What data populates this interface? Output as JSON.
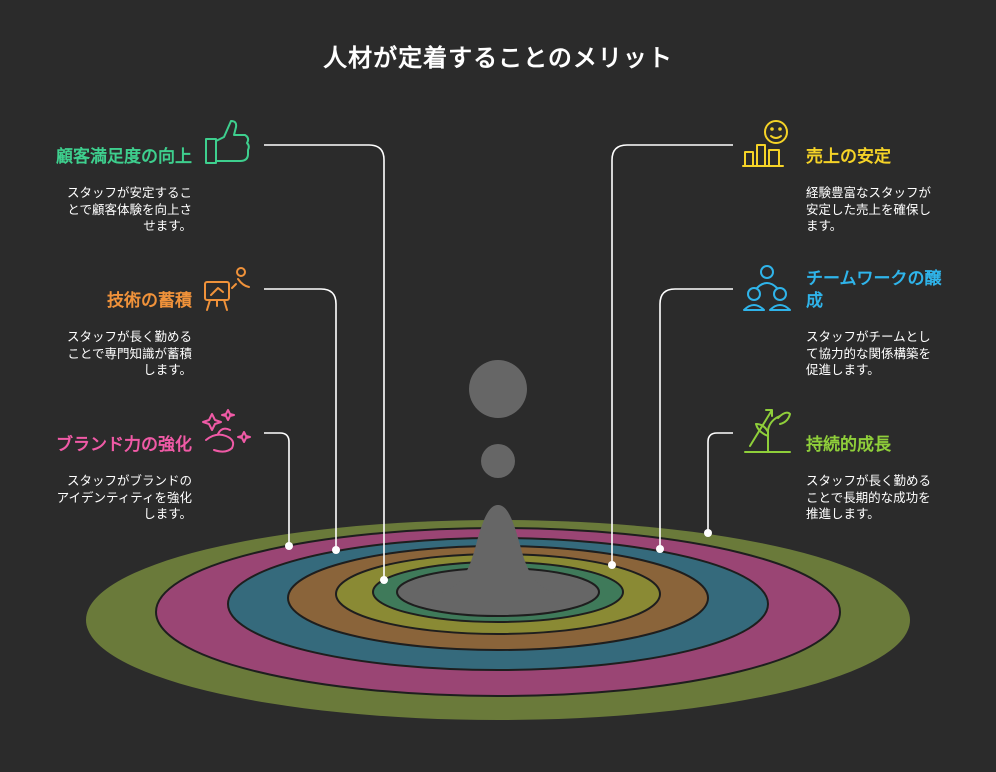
{
  "title": "人材が定着することのメリット",
  "colors": {
    "background": "#2b2b2b",
    "green": "#3ecf8e",
    "orange": "#f0923a",
    "pink": "#f05aa6",
    "yellow": "#f5d327",
    "blue": "#2fb4ea",
    "lime": "#8fcf3a"
  },
  "items": [
    {
      "heading": "顧客満足度の向上",
      "description": "スタッフが安定するこ\nとで顧客体験を向上さ\nせます。",
      "icon": "thumbs-up-icon",
      "color": "#3ecf8e"
    },
    {
      "heading": "技術の蓄積",
      "description": "スタッフが長く勤める\nことで専門知識が蓄積\nします。",
      "icon": "easel-presentation-icon",
      "color": "#f0923a"
    },
    {
      "heading": "ブランド力の強化",
      "description": "スタッフがブランドの\nアイデンティティを強化\nします。",
      "icon": "sparkle-hand-icon",
      "color": "#f05aa6"
    },
    {
      "heading": "売上の安定",
      "description": "経験豊富なスタッフが\n安定した売上を確保し\nます。",
      "icon": "smiley-growth-icon",
      "color": "#f5d327"
    },
    {
      "heading": "チームワークの醸\n成",
      "description": "スタッフがチームとし\nて協力的な関係構築を\n促進します。",
      "icon": "team-people-icon",
      "color": "#2fb4ea"
    },
    {
      "heading": "持続的成長",
      "description": "スタッフが長く勤める\nことで長期的な成功を\n推進します。",
      "icon": "plant-growth-icon",
      "color": "#8fcf3a"
    }
  ]
}
